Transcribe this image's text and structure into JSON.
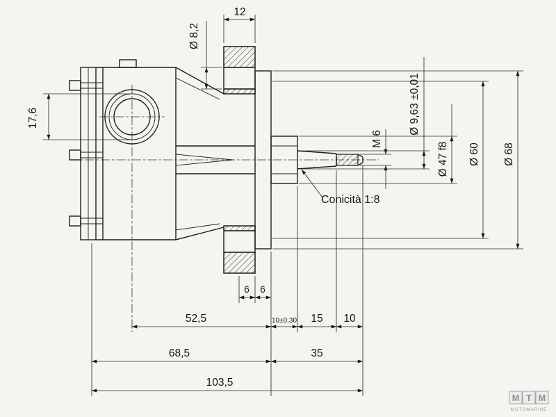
{
  "dims": {
    "d12": "12",
    "d82": "Ø 8,2",
    "d176": "17,6",
    "d963": "Ø 9,63 ±0,01",
    "m6": "M 6",
    "d47": "Ø 47 f8",
    "d60": "Ø 60",
    "d68": "Ø 68",
    "taper_note": "Conicità 1:8",
    "s6a": "6",
    "s6b": "6",
    "l525": "52,5",
    "l10tol": "10±0,30",
    "l15": "15",
    "l10": "10",
    "l685": "68,5",
    "l35": "35",
    "l1035": "103,5"
  },
  "logo": {
    "m1": "M",
    "t": "T",
    "m2": "M",
    "sub": "MOTOMARINE"
  }
}
